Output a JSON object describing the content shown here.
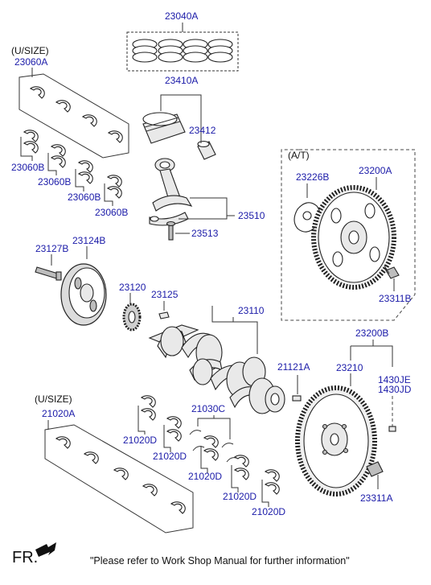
{
  "labels": {
    "p23040A": "23040A",
    "usize_top": "(U/SIZE)",
    "p23060A": "23060A",
    "p23410A": "23410A",
    "p23412": "23412",
    "p23060B_1": "23060B",
    "p23060B_2": "23060B",
    "p23060B_3": "23060B",
    "p23060B_4": "23060B",
    "p23510": "23510",
    "p23513": "23513",
    "at": "(A/T)",
    "p23226B": "23226B",
    "p23200A": "23200A",
    "p23311B": "23311B",
    "p23127B": "23127B",
    "p23124B": "23124B",
    "p23120": "23120",
    "p23125": "23125",
    "p23110": "23110",
    "p21121A": "21121A",
    "p23200B": "23200B",
    "p23210": "23210",
    "p1430JE": "1430JE",
    "p1430JD": "1430JD",
    "usize_bottom": "(U/SIZE)",
    "p21020A": "21020A",
    "p21030C": "21030C",
    "p21020D_1": "21020D",
    "p21020D_2": "21020D",
    "p21020D_3": "21020D",
    "p21020D_4": "21020D",
    "p21020D_5": "21020D",
    "p23311A": "23311A"
  },
  "footer": {
    "fr_label": "FR.",
    "note": "\"Please refer to Work Shop Manual for further information\""
  },
  "colors": {
    "part_number_text": "#1a1aa8",
    "line": "#333333"
  }
}
